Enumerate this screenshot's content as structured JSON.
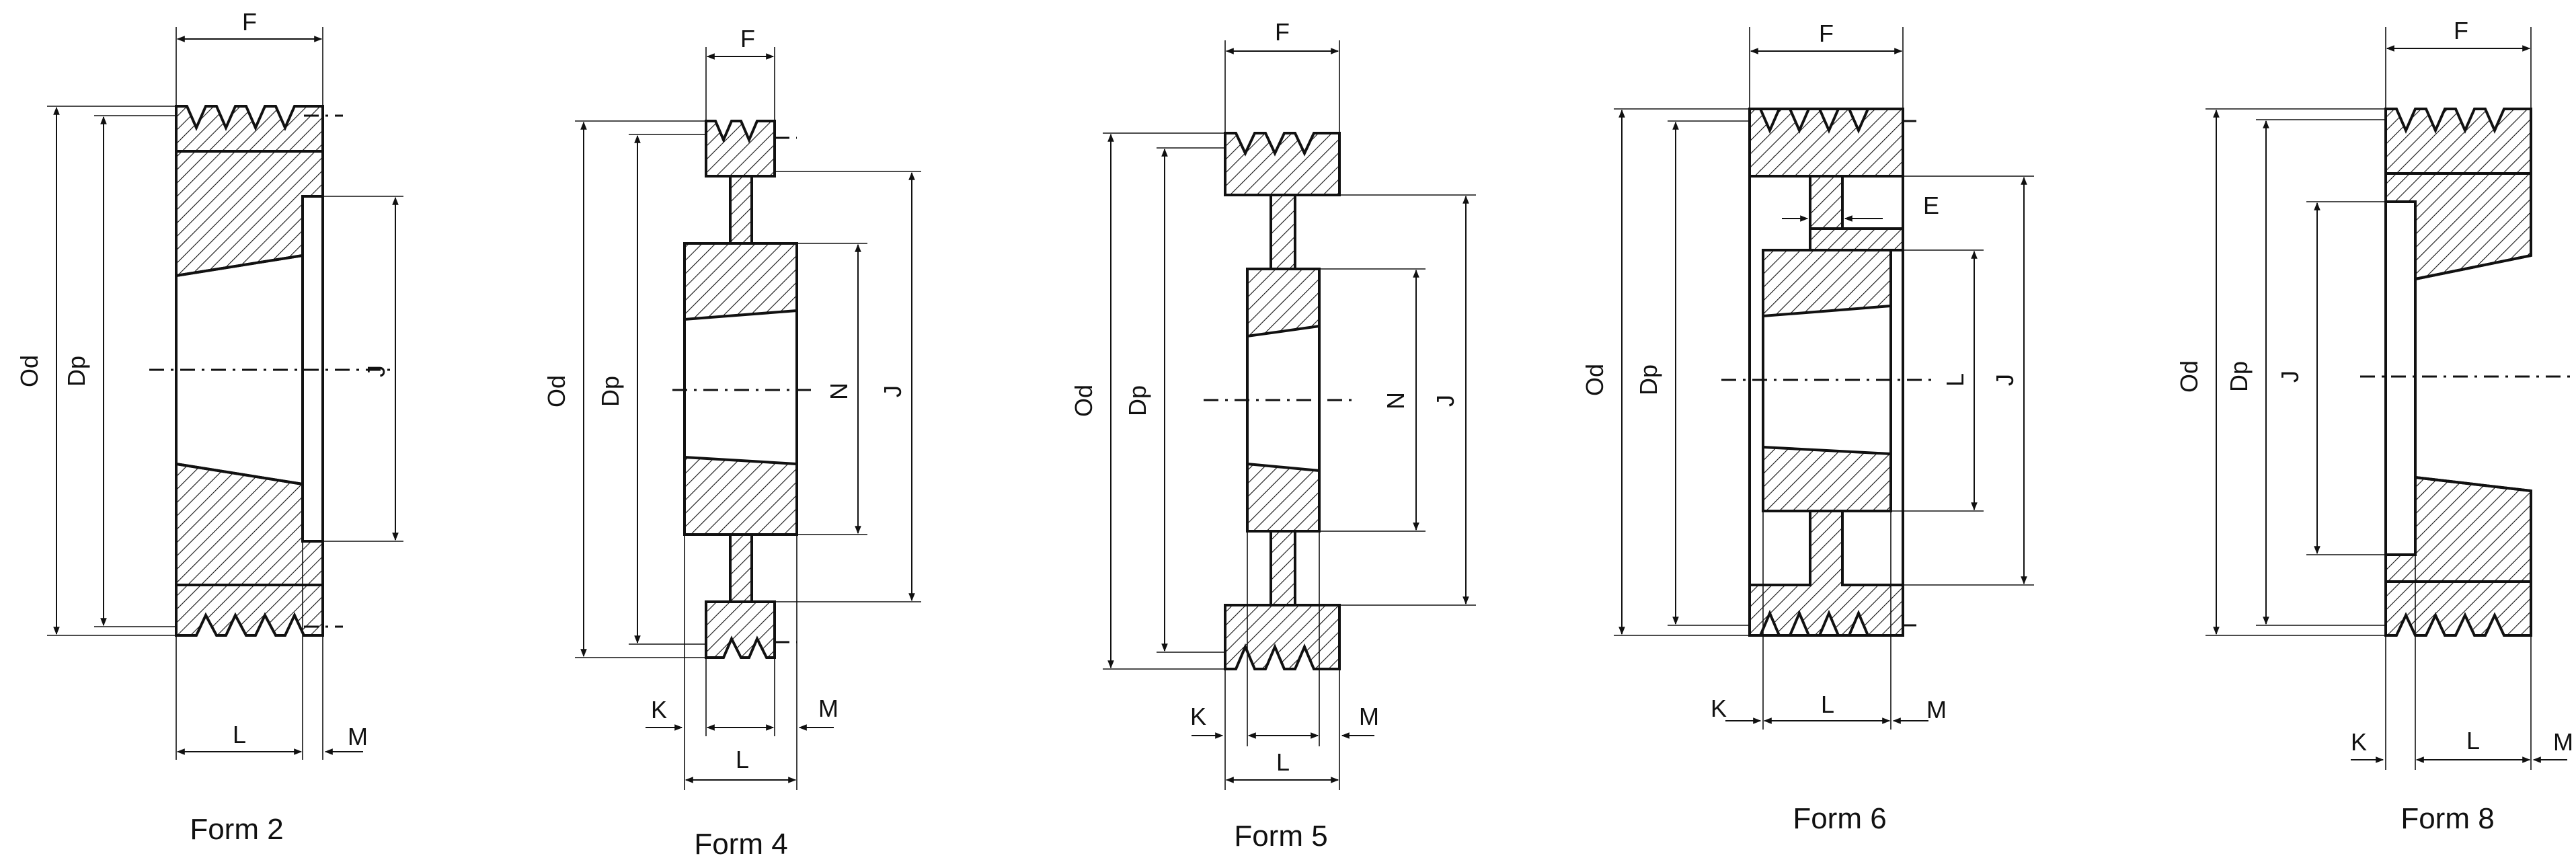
{
  "forms": [
    {
      "caption": "Form 2",
      "labels": {
        "F": "F",
        "Od": "Od",
        "Dp": "Dp",
        "J": "J",
        "L": "L",
        "M": "M"
      }
    },
    {
      "caption": "Form 4",
      "labels": {
        "F": "F",
        "Od": "Od",
        "Dp": "Dp",
        "N": "N",
        "J": "J",
        "K": "K",
        "L": "L",
        "M": "M"
      }
    },
    {
      "caption": "Form 5",
      "labels": {
        "F": "F",
        "Od": "Od",
        "Dp": "Dp",
        "N": "N",
        "J": "J",
        "K": "K",
        "L": "L",
        "M": "M"
      }
    },
    {
      "caption": "Form 6",
      "labels": {
        "F": "F",
        "Od": "Od",
        "Dp": "Dp",
        "E": "E",
        "L": "L",
        "J": "J",
        "K": "K",
        "Lb": "L",
        "M": "M"
      }
    },
    {
      "caption": "Form 8",
      "labels": {
        "F": "F",
        "Od": "Od",
        "Dp": "Dp",
        "J": "J",
        "K": "K",
        "L": "L",
        "M": "M"
      }
    }
  ]
}
